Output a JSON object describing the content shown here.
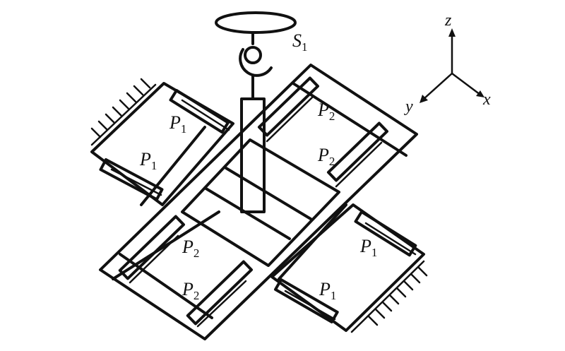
{
  "diagram": {
    "spindle_label": {
      "main": "S",
      "sub": "1"
    },
    "joint_labels_p1": [
      {
        "main": "P",
        "sub": "1"
      },
      {
        "main": "P",
        "sub": "1"
      },
      {
        "main": "P",
        "sub": "1"
      },
      {
        "main": "P",
        "sub": "1"
      }
    ],
    "joint_labels_p2": [
      {
        "main": "P",
        "sub": "2"
      },
      {
        "main": "P",
        "sub": "2"
      },
      {
        "main": "P",
        "sub": "2"
      },
      {
        "main": "P",
        "sub": "2"
      }
    ],
    "axes": {
      "z": "z",
      "y": "y",
      "x": "x"
    }
  }
}
